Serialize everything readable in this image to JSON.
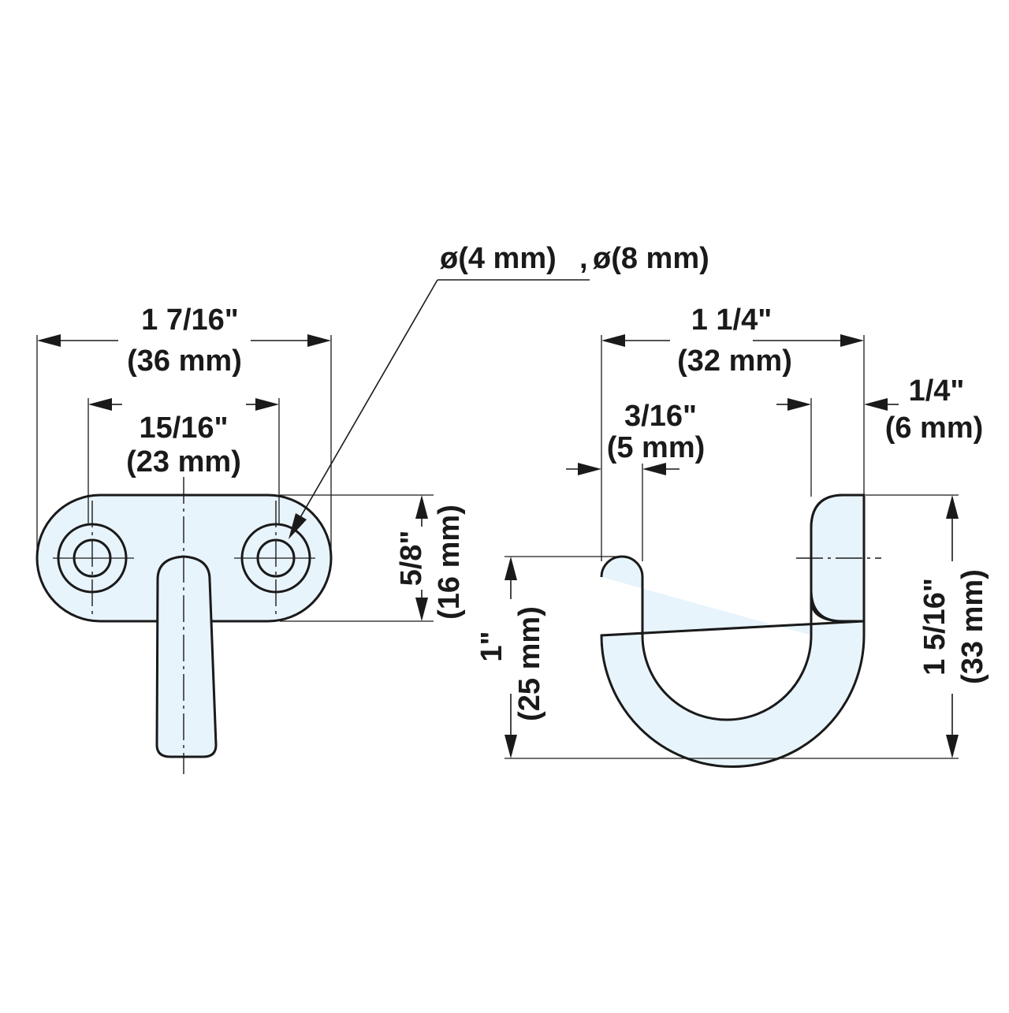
{
  "left_view": {
    "overall_width": {
      "imperial": "1 7/16\"",
      "metric": "(36 mm)"
    },
    "hole_spacing": {
      "imperial": "15/16\"",
      "metric": "(23 mm)"
    },
    "plate_height": {
      "imperial": "5/8\"",
      "metric": "(16 mm)"
    },
    "hole_diameters": {
      "inner": "ø(4 mm)",
      "separator": ",",
      "outer": "ø(8 mm)"
    }
  },
  "right_view": {
    "overall_width": {
      "imperial": "1 1/4\"",
      "metric": "(32 mm)"
    },
    "wire_thickness": {
      "imperial": "3/16\"",
      "metric": "(5 mm)"
    },
    "plate_thickness": {
      "imperial": "1/4\"",
      "metric": "(6 mm)"
    },
    "hook_height": {
      "imperial": "1\"",
      "metric": "(25 mm)"
    },
    "overall_height": {
      "imperial": "1 5/16\"",
      "metric": "(33 mm)"
    }
  }
}
